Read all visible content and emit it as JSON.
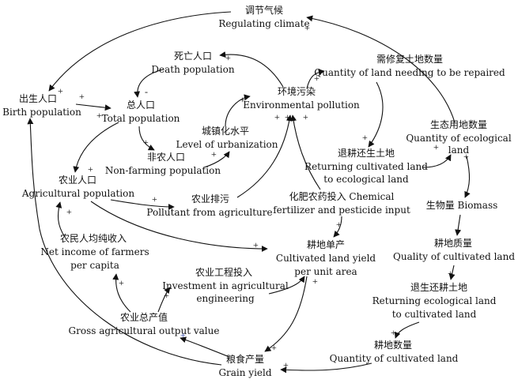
{
  "nodes": {
    "regulating_climate": {
      "zh": "调节气候",
      "en": "Regulating climate"
    },
    "death_population": {
      "zh": "死亡人口",
      "en": "Death population"
    },
    "land_to_repair": {
      "zh": "需修复土地数量",
      "en": "Quantity of land needing to be repaired"
    },
    "birth_population": {
      "zh": "出生人口",
      "en": "Birth population"
    },
    "environmental_pollution": {
      "zh": "环境污染",
      "en": "Environmental pollution"
    },
    "total_population": {
      "zh": "总人口",
      "en": "Total population"
    },
    "urbanization": {
      "zh": "城镇化水平",
      "en": "Level of urbanization"
    },
    "non_farming_population": {
      "zh": "非农人口",
      "en": "Non-farming population"
    },
    "ecological_land": {
      "zh": "生态用地数量",
      "en1": "Quantity of ecological",
      "en2": "land"
    },
    "returning_to_ecological": {
      "zh": "退耕还生土地",
      "en1": "Returning cultivated land",
      "en2": "to ecological land"
    },
    "agricultural_population": {
      "zh": "农业人口",
      "en": "Agricultural population"
    },
    "pollutant_agriculture": {
      "zh": "农业排污",
      "en": "Pollutant from agriculture"
    },
    "chemical_input": {
      "line1": "化肥农药投入 Chemical",
      "line2": "fertilizer and pesticide input"
    },
    "biomass": {
      "zh": "生物量",
      "en": "Biomass"
    },
    "net_income": {
      "zh": "农民人均纯收入",
      "en1": "Net income of farmers",
      "en2": "per capita"
    },
    "yield_per_area": {
      "zh": "耕地单产",
      "en1": "Cultivated land yield",
      "en2": "per unit area"
    },
    "quality_cultivated": {
      "zh": "耕地质量",
      "en": "Quality of cultivated land"
    },
    "investment_engineering": {
      "zh": "农业工程投入",
      "en1": "Investment in agricultural",
      "en2": "engineering"
    },
    "returning_to_cultivated": {
      "zh": "退生还耕土地",
      "en1": "Returning ecological land",
      "en2": "to cultivated land"
    },
    "gross_output": {
      "zh": "农业总产值",
      "en": "Gross agricultural output value"
    },
    "quantity_cultivated": {
      "zh": "耕地数量",
      "en": "Quantity of cultivated land"
    },
    "grain_yield": {
      "zh": "粮食产量",
      "en": "Grain yield"
    }
  },
  "polarity": {
    "positive": "+",
    "negative": "-"
  }
}
